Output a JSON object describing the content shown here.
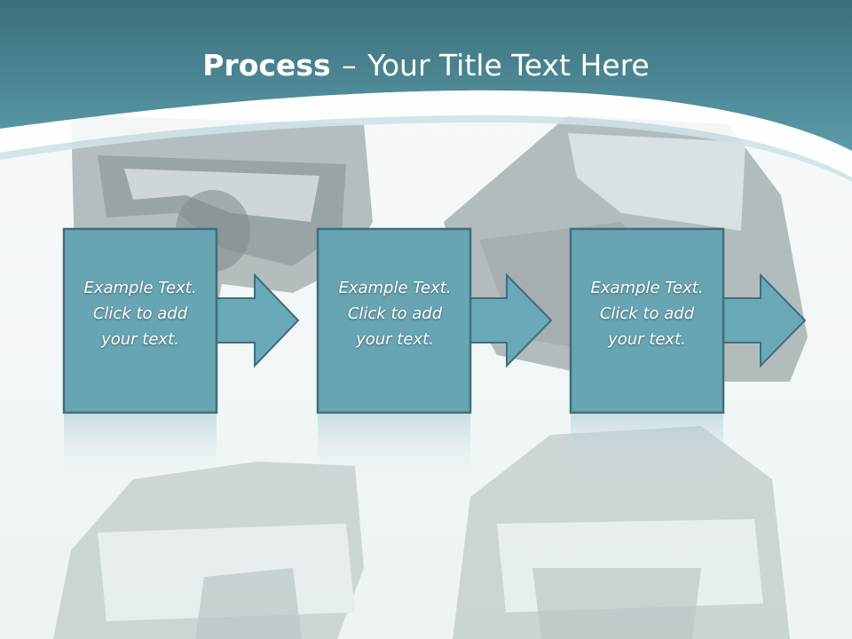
{
  "slide": {
    "title_bold": "Process",
    "title_separator": "–",
    "title_rest": "Your Title Text Here"
  },
  "steps": [
    {
      "line1": "Example Text.",
      "line2": "Click  to add",
      "line3": "your text."
    },
    {
      "line1": "Example Text.",
      "line2": "Click  to add",
      "line3": "your text."
    },
    {
      "line1": "Example Text.",
      "line2": "Click  to add",
      "line3": "your text."
    }
  ],
  "colors": {
    "header_dark": "#3c707c",
    "header_light": "#5a9aa8",
    "box_fill": "#67a5b3",
    "box_border": "#3f6e7a",
    "arrow_fill": "#6aa9b7"
  }
}
